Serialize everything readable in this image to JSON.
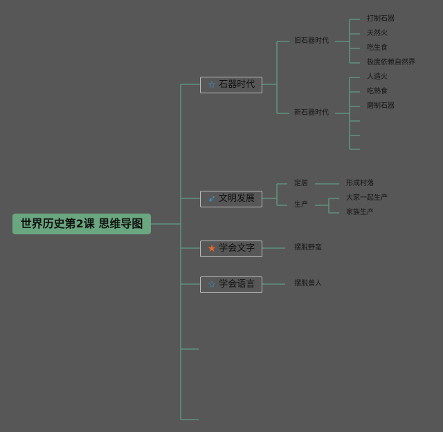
{
  "root": {
    "title": "世界历史第2课 思维导图"
  },
  "topics": [
    {
      "label": "石器时代",
      "icon": "star-outline-icon",
      "icon_color": "#3a9ad9",
      "children": [
        {
          "label": "旧石器时代",
          "children": [
            "打制石器",
            "天然火",
            "吃生食",
            "极度依赖自然界"
          ]
        },
        {
          "label": "新石器时代",
          "children": [
            "人造火",
            "吃熟食",
            "磨制石器"
          ]
        }
      ]
    },
    {
      "label": "文明发展",
      "icon": "paper-plane-icon",
      "icon_color": "#3a9ad9",
      "children": [
        {
          "label": "定居",
          "children": [
            "形成村落"
          ]
        },
        {
          "label": "生产",
          "children": [
            "大家一起生产",
            "家族生产"
          ]
        }
      ]
    },
    {
      "label": "学会文字",
      "icon": "star-filled-icon",
      "icon_color": "#e8692a",
      "children": [
        {
          "label": "摆脱野蛮"
        }
      ]
    },
    {
      "label": "学会语言",
      "icon": "star-outline-icon",
      "icon_color": "#3a9ad9",
      "children": [
        {
          "label": "摆脱兽人"
        }
      ]
    }
  ],
  "colors": {
    "background": "#575757",
    "line": "#5f9f85",
    "root": "#6aa67f"
  }
}
